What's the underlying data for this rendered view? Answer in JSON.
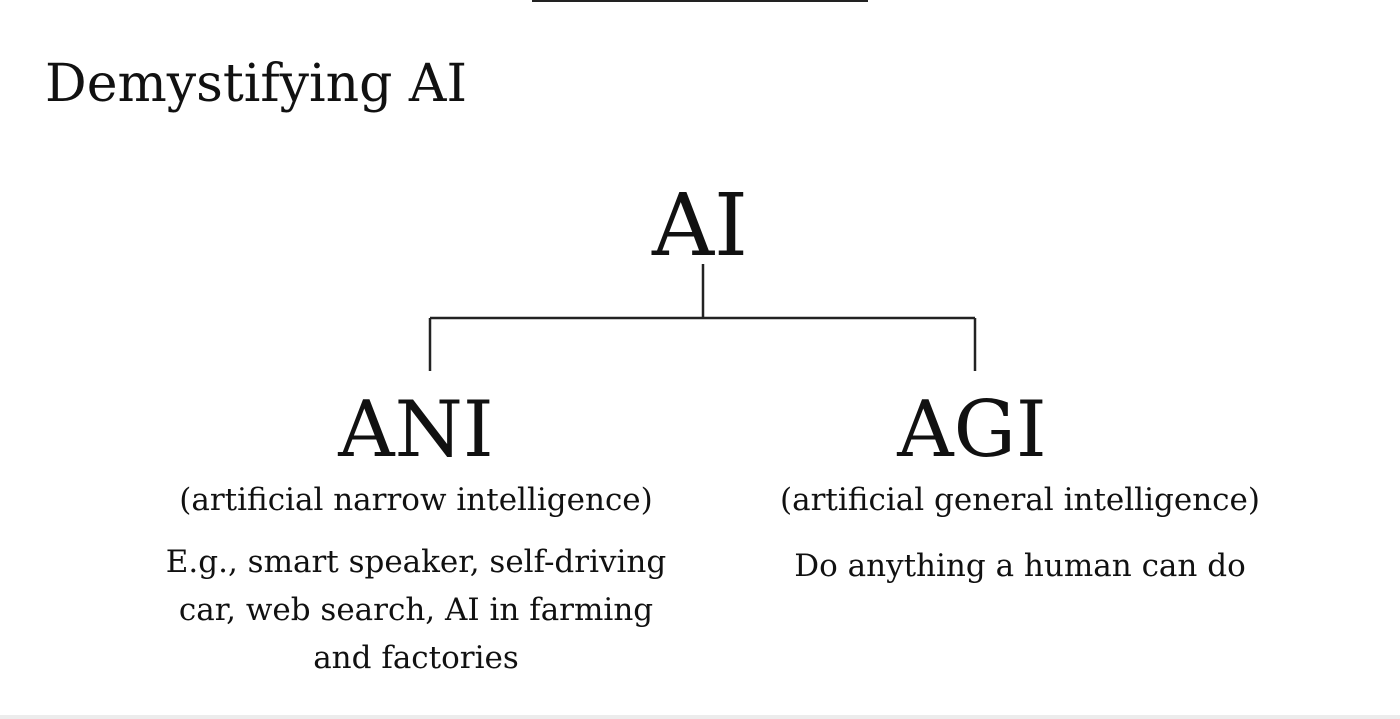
{
  "slide": {
    "title": "Demystifying AI"
  },
  "diagram": {
    "root": {
      "label": "AI"
    },
    "branches": [
      {
        "label": "ANI",
        "subtitle": "(artificial narrow intelligence)",
        "description_lines": [
          "E.g., smart speaker, self-driving",
          "car, web search, AI in farming",
          "and factories"
        ]
      },
      {
        "label": "AGI",
        "subtitle": "(artificial general intelligence)",
        "description_lines": [
          "Do anything a human can do"
        ]
      }
    ]
  },
  "colors": {
    "text": "#111111",
    "lines": "#222222",
    "background": "#ffffff"
  }
}
